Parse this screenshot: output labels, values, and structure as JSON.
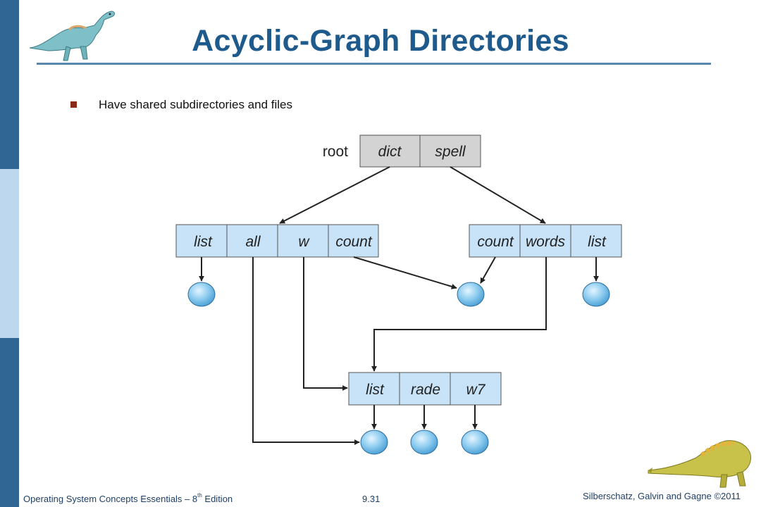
{
  "slide": {
    "title": "Acyclic-Graph Directories",
    "bullets": [
      "Have shared subdirectories and files"
    ]
  },
  "diagram": {
    "root_label": "root",
    "root_dir": [
      "dict",
      "spell"
    ],
    "dict_dir": [
      "list",
      "all",
      "w",
      "count"
    ],
    "spell_dir": [
      "count",
      "words",
      "list"
    ],
    "words_dir": [
      "list",
      "rade",
      "w7"
    ]
  },
  "footer": {
    "left_main": "Operating System Concepts Essentials  – 8",
    "left_sup": "th",
    "left_end": " Edition",
    "page": "9.31",
    "right": "Silberschatz, Galvin and Gagne ©2011"
  },
  "colors": {
    "title": "#1f5a8c",
    "dir_cell": "#c8e3f7",
    "root_cell": "#d3d3d3",
    "file_node": "#8fcdf0",
    "sidebar_dark": "#2f6694",
    "sidebar_light": "#bdd8ee"
  },
  "icons": [
    "dinosaur-top-icon",
    "dinosaur-bottom-icon",
    "bullet-square-icon"
  ]
}
